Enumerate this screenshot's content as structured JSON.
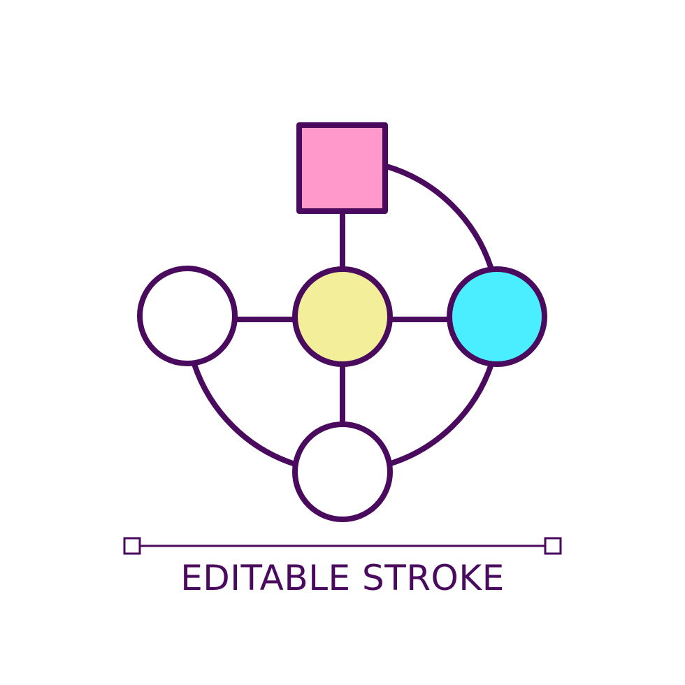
{
  "caption": "EDITABLE STROKE",
  "colors": {
    "stroke": "#4a0a5e",
    "square_fill": "#ff99cc",
    "center_node_fill": "#f2ee9a",
    "right_node_fill": "#4aeeff",
    "empty_node_fill": "#ffffff",
    "background": "#ffffff"
  },
  "diagram": {
    "nodes": [
      {
        "id": "square-node",
        "shape": "square",
        "fill": "square_fill"
      },
      {
        "id": "center-node",
        "shape": "circle",
        "fill": "center_node_fill"
      },
      {
        "id": "left-node",
        "shape": "circle",
        "fill": "empty_node_fill"
      },
      {
        "id": "right-node",
        "shape": "circle",
        "fill": "right_node_fill"
      },
      {
        "id": "bottom-node",
        "shape": "circle",
        "fill": "empty_node_fill"
      }
    ],
    "edges": [
      {
        "from": "square-node",
        "to": "center-node",
        "kind": "straight"
      },
      {
        "from": "left-node",
        "to": "center-node",
        "kind": "straight"
      },
      {
        "from": "center-node",
        "to": "right-node",
        "kind": "straight"
      },
      {
        "from": "center-node",
        "to": "bottom-node",
        "kind": "straight"
      },
      {
        "from": "square-node",
        "to": "right-node",
        "kind": "arc"
      },
      {
        "from": "right-node",
        "to": "bottom-node",
        "kind": "arc"
      },
      {
        "from": "left-node",
        "to": "bottom-node",
        "kind": "arc"
      }
    ]
  }
}
